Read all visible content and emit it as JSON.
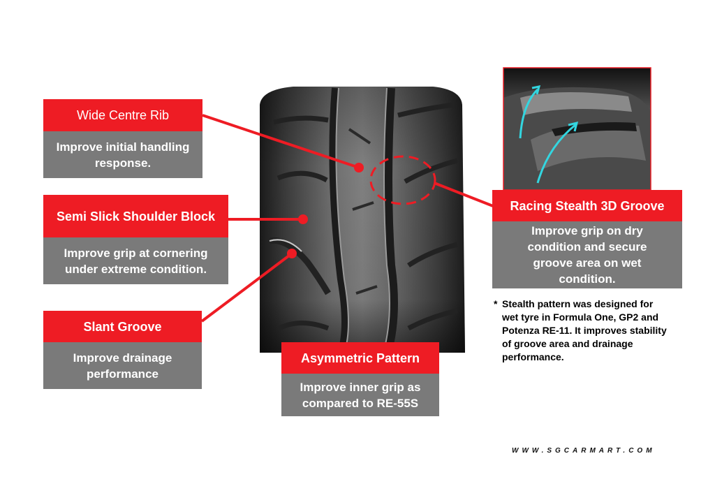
{
  "callouts": {
    "wide_centre_rib": {
      "title": "Wide Centre Rib",
      "desc": "Improve initial handling response."
    },
    "semi_slick_shoulder": {
      "title": "Semi Slick Shoulder Block",
      "desc": "Improve grip at cornering under extreme condition."
    },
    "slant_groove": {
      "title": "Slant Groove",
      "desc": "Improve drainage performance"
    },
    "asymmetric_pattern": {
      "title": "Asymmetric Pattern",
      "desc": "Improve inner grip as compared to RE-55S"
    },
    "racing_stealth": {
      "title": "Racing Stealth 3D Groove",
      "desc": "Improve grip on dry condition and secure groove area on wet condition."
    }
  },
  "note": {
    "star": "*",
    "text": "Stealth pattern was designed for wet tyre in Formula One, GP2 and Potenza RE-11. It improves stability of groove area and drainage performance."
  },
  "watermark": "WWW.SGCARMART.COM",
  "colors": {
    "accent": "#ee1c24",
    "desc_bg": "#7a7a7a",
    "arrow": "#33d6e0"
  }
}
